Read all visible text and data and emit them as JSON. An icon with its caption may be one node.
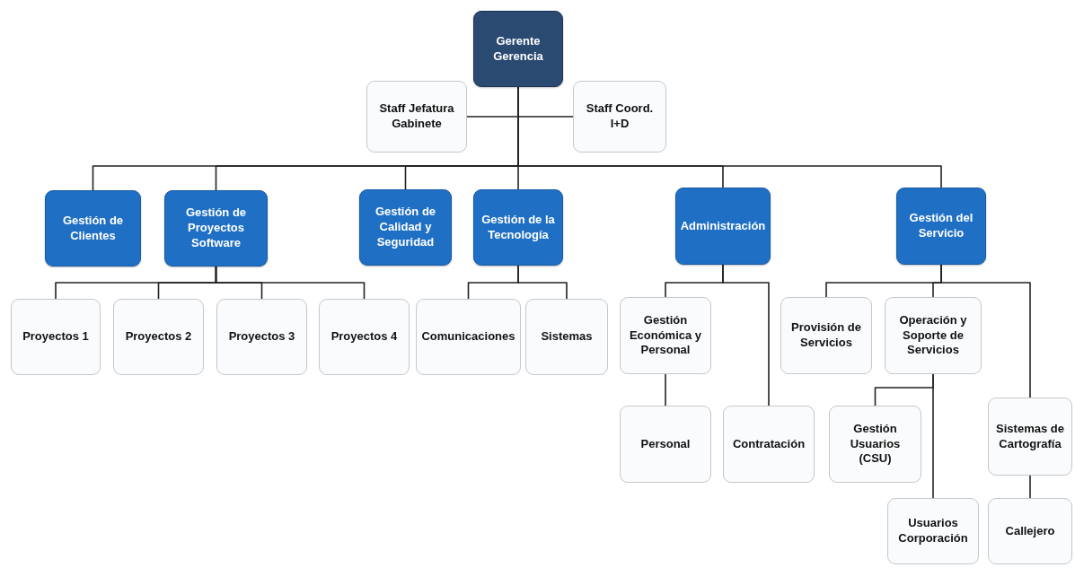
{
  "diagram": {
    "nodes": [
      {
        "text": [
          "Gerente Gerencia"
        ]
      },
      {
        "text": [
          "Staff Jefatura Gabinete"
        ]
      },
      {
        "text": [
          "Staff Coord. I+D"
        ]
      },
      {
        "text": [
          "Gestión de Clientes"
        ]
      },
      {
        "text": [
          "Gestión de Proyectos Software"
        ]
      },
      {
        "text": [
          "Gestión de Calidad y Seguridad"
        ]
      },
      {
        "text": [
          "Gestión de la Tecnología"
        ]
      },
      {
        "text": [
          "Administración"
        ]
      },
      {
        "text": [
          "Gestión del Servicio"
        ]
      },
      {
        "text": [
          "Proyectos 1"
        ]
      },
      {
        "text": [
          "Proyectos 2"
        ]
      },
      {
        "text": [
          "Proyectos 3"
        ]
      },
      {
        "text": [
          "Proyectos 4"
        ]
      },
      {
        "text": [
          "Comunicaciones"
        ]
      },
      {
        "text": [
          "Sistemas"
        ]
      },
      {
        "text": [
          "Gestión Económica y Personal"
        ]
      },
      {
        "text": [
          "Personal"
        ]
      },
      {
        "text": [
          "Contratación"
        ]
      },
      {
        "text": [
          "Provisión de Servicios"
        ]
      },
      {
        "text": [
          "Operación y Soporte de Servicios"
        ]
      },
      {
        "text": [
          "Gestión Usuarios (CSU)"
        ]
      },
      {
        "text": [
          "Sistemas de Cartografía"
        ]
      },
      {
        "text": [
          "Usuarios Corporación"
        ]
      },
      {
        "text": [
          "Callejero"
        ]
      }
    ],
    "edges": [
      {
        "from": 0,
        "to": 1,
        "arrow": "none"
      },
      {
        "from": 0,
        "to": 2,
        "arrow": "none"
      },
      {
        "from": 0,
        "to": 3,
        "arrow": "none"
      },
      {
        "from": 0,
        "to": 4,
        "arrow": "none"
      },
      {
        "from": 0,
        "to": 5,
        "arrow": "none"
      },
      {
        "from": 0,
        "to": 6,
        "arrow": "none"
      },
      {
        "from": 0,
        "to": 7,
        "arrow": "none"
      },
      {
        "from": 0,
        "to": 8,
        "arrow": "none"
      },
      {
        "from": 4,
        "to": 9,
        "arrow": "none"
      },
      {
        "from": 4,
        "to": 10,
        "arrow": "none"
      },
      {
        "from": 4,
        "to": 11,
        "arrow": "none"
      },
      {
        "from": 4,
        "to": 12,
        "arrow": "none"
      },
      {
        "from": 6,
        "to": 13,
        "arrow": "none"
      },
      {
        "from": 6,
        "to": 14,
        "arrow": "none"
      },
      {
        "from": 7,
        "to": 15,
        "arrow": "none"
      },
      {
        "from": 7,
        "to": 17,
        "arrow": "none"
      },
      {
        "from": 15,
        "to": 16,
        "arrow": "none"
      },
      {
        "from": 8,
        "to": 18,
        "arrow": "none"
      },
      {
        "from": 8,
        "to": 19,
        "arrow": "none"
      },
      {
        "from": 8,
        "to": 21,
        "arrow": "none"
      },
      {
        "from": 19,
        "to": 20,
        "arrow": "none"
      },
      {
        "from": 19,
        "to": 22,
        "arrow": "none"
      },
      {
        "from": 21,
        "to": 23,
        "arrow": "none"
      }
    ]
  }
}
